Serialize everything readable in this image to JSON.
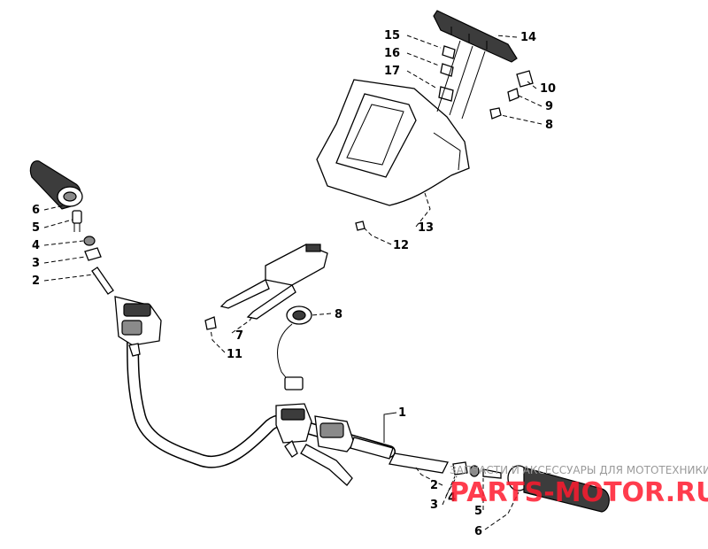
{
  "callouts": [
    {
      "id": "c14",
      "text": "14"
    },
    {
      "id": "c15",
      "text": "15"
    },
    {
      "id": "c16",
      "text": "16"
    },
    {
      "id": "c17",
      "text": "17"
    },
    {
      "id": "c10",
      "text": "10"
    },
    {
      "id": "c9",
      "text": "9"
    },
    {
      "id": "c8a",
      "text": "8"
    },
    {
      "id": "c6l",
      "text": "6"
    },
    {
      "id": "c5l",
      "text": "5"
    },
    {
      "id": "c4l",
      "text": "4"
    },
    {
      "id": "c3l",
      "text": "3"
    },
    {
      "id": "c2l",
      "text": "2"
    },
    {
      "id": "c13",
      "text": "13"
    },
    {
      "id": "c12",
      "text": "12"
    },
    {
      "id": "c8b",
      "text": "8"
    },
    {
      "id": "c7",
      "text": "7"
    },
    {
      "id": "c11",
      "text": "11"
    },
    {
      "id": "c1",
      "text": "1"
    },
    {
      "id": "c2r",
      "text": "2"
    },
    {
      "id": "c4r",
      "text": "4"
    },
    {
      "id": "c3r",
      "text": "3"
    },
    {
      "id": "c5r",
      "text": "5"
    },
    {
      "id": "c6r",
      "text": "6"
    }
  ],
  "watermark": {
    "line1": "ЗАПЧАСТИ И АКСЕССУАРЫ ДЛЯ МОТОТЕХНИКИ",
    "line2": "PARTS-MOTOR.RU"
  }
}
